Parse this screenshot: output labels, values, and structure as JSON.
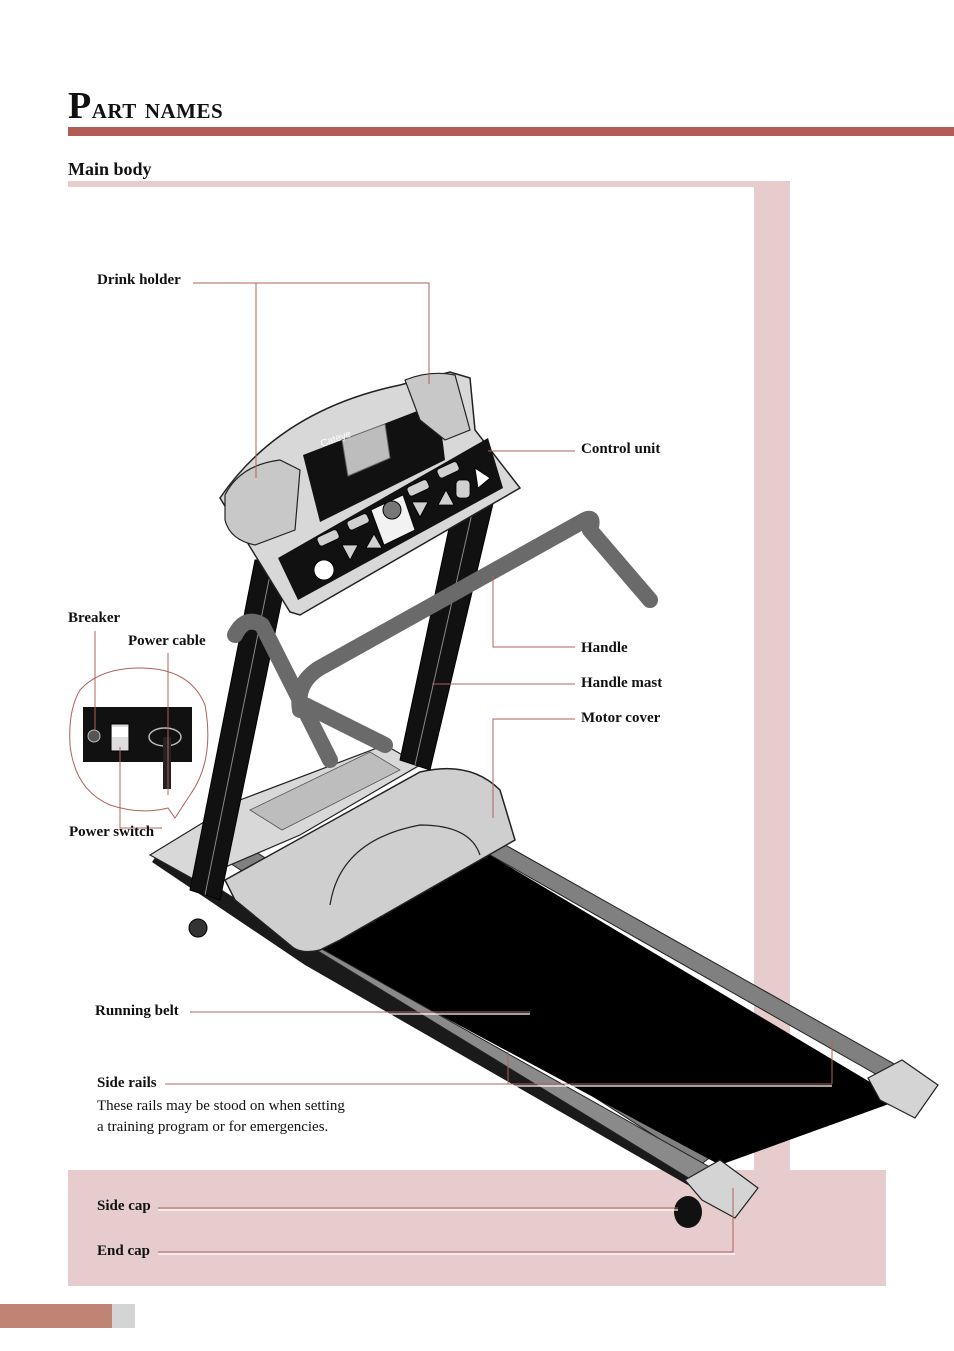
{
  "page": {
    "title_initial": "P",
    "title_rest": "art names",
    "section_title": "Main body"
  },
  "labels": {
    "drink_holder": "Drink holder",
    "control_unit": "Control unit",
    "breaker": "Breaker",
    "power_cable": "Power cable",
    "handle": "Handle",
    "handle_mast": "Handle mast",
    "motor_cover": "Motor cover",
    "power_switch": "Power switch",
    "running_belt": "Running belt",
    "side_rails": "Side rails",
    "side_rails_note_1": "These rails may be stood on when setting",
    "side_rails_note_2": "a training program or for emergencies.",
    "side_cap": "Side cap",
    "end_cap": "End cap"
  },
  "illustration": {
    "brand_text": "Cateye"
  },
  "colors": {
    "accent_rule": "#b25c55",
    "panel_pink": "#e6cccc",
    "footer_tab": "#bf8474",
    "leader_line": "#b0605a"
  }
}
